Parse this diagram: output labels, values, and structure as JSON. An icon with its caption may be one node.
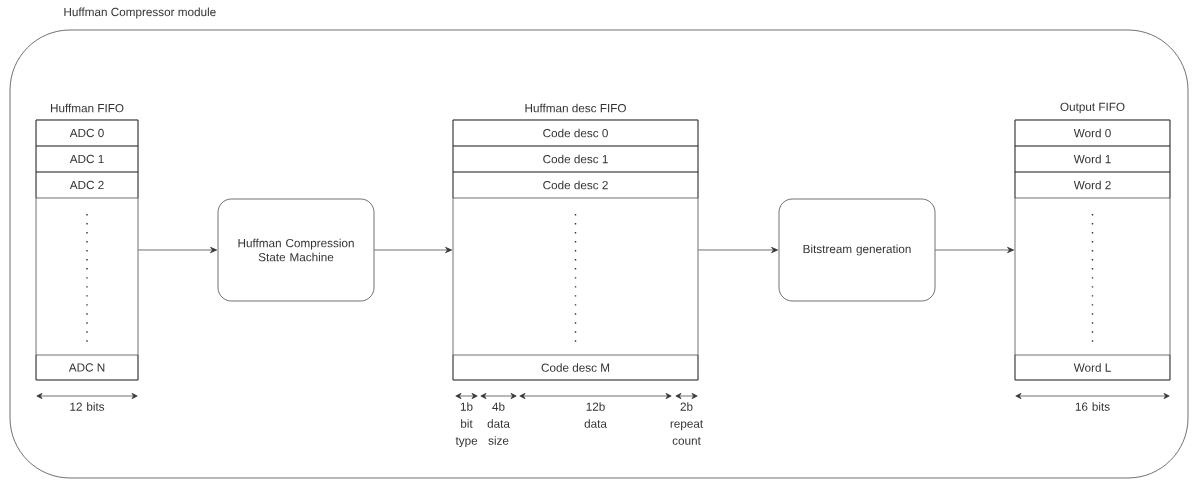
{
  "diagram": {
    "nodes": [
      {
        "text": [
          "Huffman Compressor module"
        ]
      },
      {
        "text": [
          "Huffman FIFO"
        ],
        "in": 0
      },
      {
        "text": [
          "ADC 0"
        ],
        "in": 1
      },
      {
        "text": [
          "ADC 1"
        ],
        "in": 1
      },
      {
        "text": [
          "ADC 2"
        ],
        "in": 1
      },
      {
        "text": [
          "ADC N"
        ],
        "in": 1
      },
      {
        "text": [
          "Huffman Compression State Machine"
        ],
        "in": 0
      },
      {
        "text": [
          "Huffman desc FIFO"
        ],
        "in": 0
      },
      {
        "text": [
          "Code desc 0"
        ],
        "in": 7
      },
      {
        "text": [
          "Code desc 1"
        ],
        "in": 7
      },
      {
        "text": [
          "Code desc 2"
        ],
        "in": 7
      },
      {
        "text": [
          "Code desc M"
        ],
        "in": 7
      },
      {
        "text": [
          "Bitstream generation"
        ],
        "in": 0
      },
      {
        "text": [
          "Output FIFO"
        ],
        "in": 0
      },
      {
        "text": [
          "Word 0"
        ],
        "in": 13
      },
      {
        "text": [
          "Word 1"
        ],
        "in": 13
      },
      {
        "text": [
          "Word 2"
        ],
        "in": 13
      },
      {
        "text": [
          "Word L"
        ],
        "in": 13
      }
    ],
    "edges": [
      {
        "from": 1,
        "to": 6,
        "arrow": "to"
      },
      {
        "from": 6,
        "to": 7,
        "arrow": "to"
      },
      {
        "from": 7,
        "to": 12,
        "arrow": "to"
      },
      {
        "from": 12,
        "to": 13,
        "arrow": "to"
      }
    ],
    "labels": [
      "12 bits",
      "1b bit type",
      "4b data size",
      "12b data",
      "2b repeat count",
      "16 bits"
    ]
  }
}
